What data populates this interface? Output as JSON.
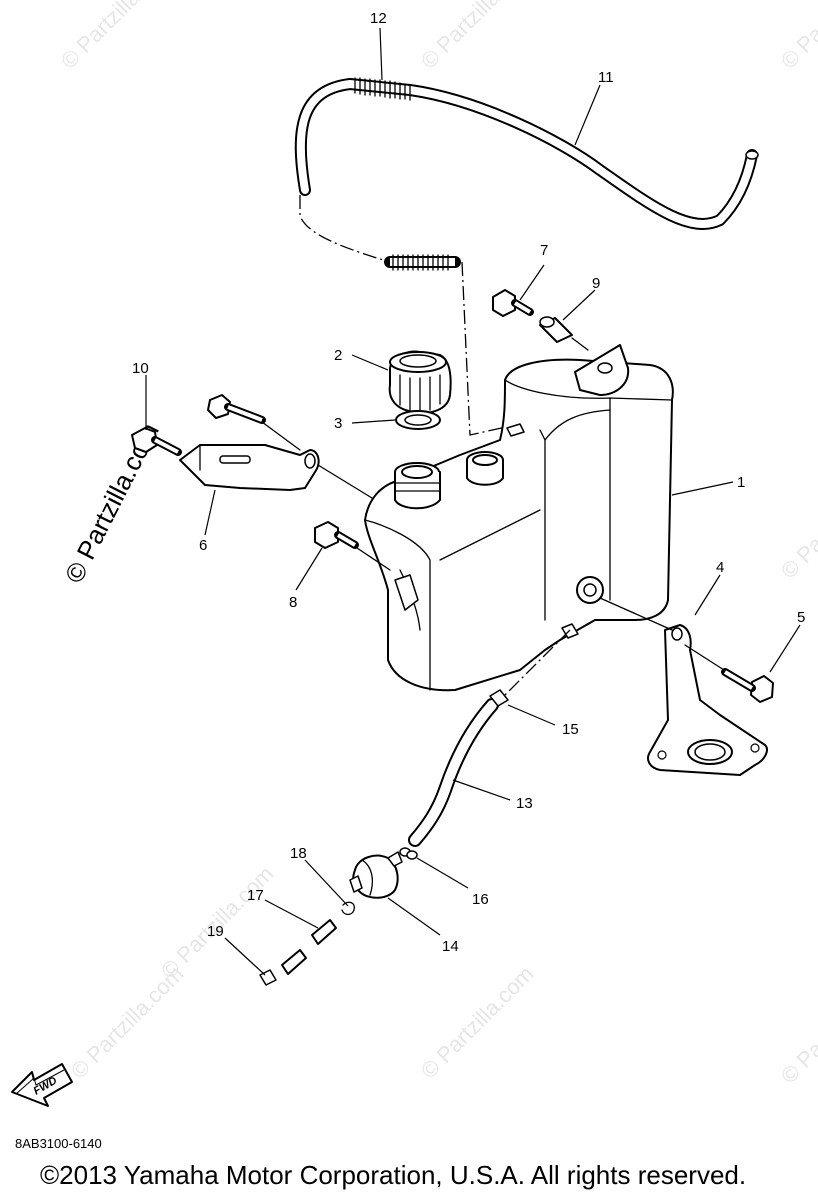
{
  "callouts": {
    "c1": "1",
    "c2": "2",
    "c3": "3",
    "c4": "4",
    "c5": "5",
    "c6": "6",
    "c7": "7",
    "c8": "8",
    "c9": "9",
    "c10": "10",
    "c11": "11",
    "c12": "12",
    "c13": "13",
    "c14": "14",
    "c15": "15",
    "c16": "16",
    "c17": "17",
    "c18": "18",
    "c19": "19"
  },
  "watermark": {
    "text": "© Partzilla.com",
    "small": "© Partzilla.com"
  },
  "fwd_label": "FWD",
  "diagram_code": "8AB3100-6140",
  "copyright": "©2013 Yamaha Motor Corporation, U.S.A. All rights reserved."
}
